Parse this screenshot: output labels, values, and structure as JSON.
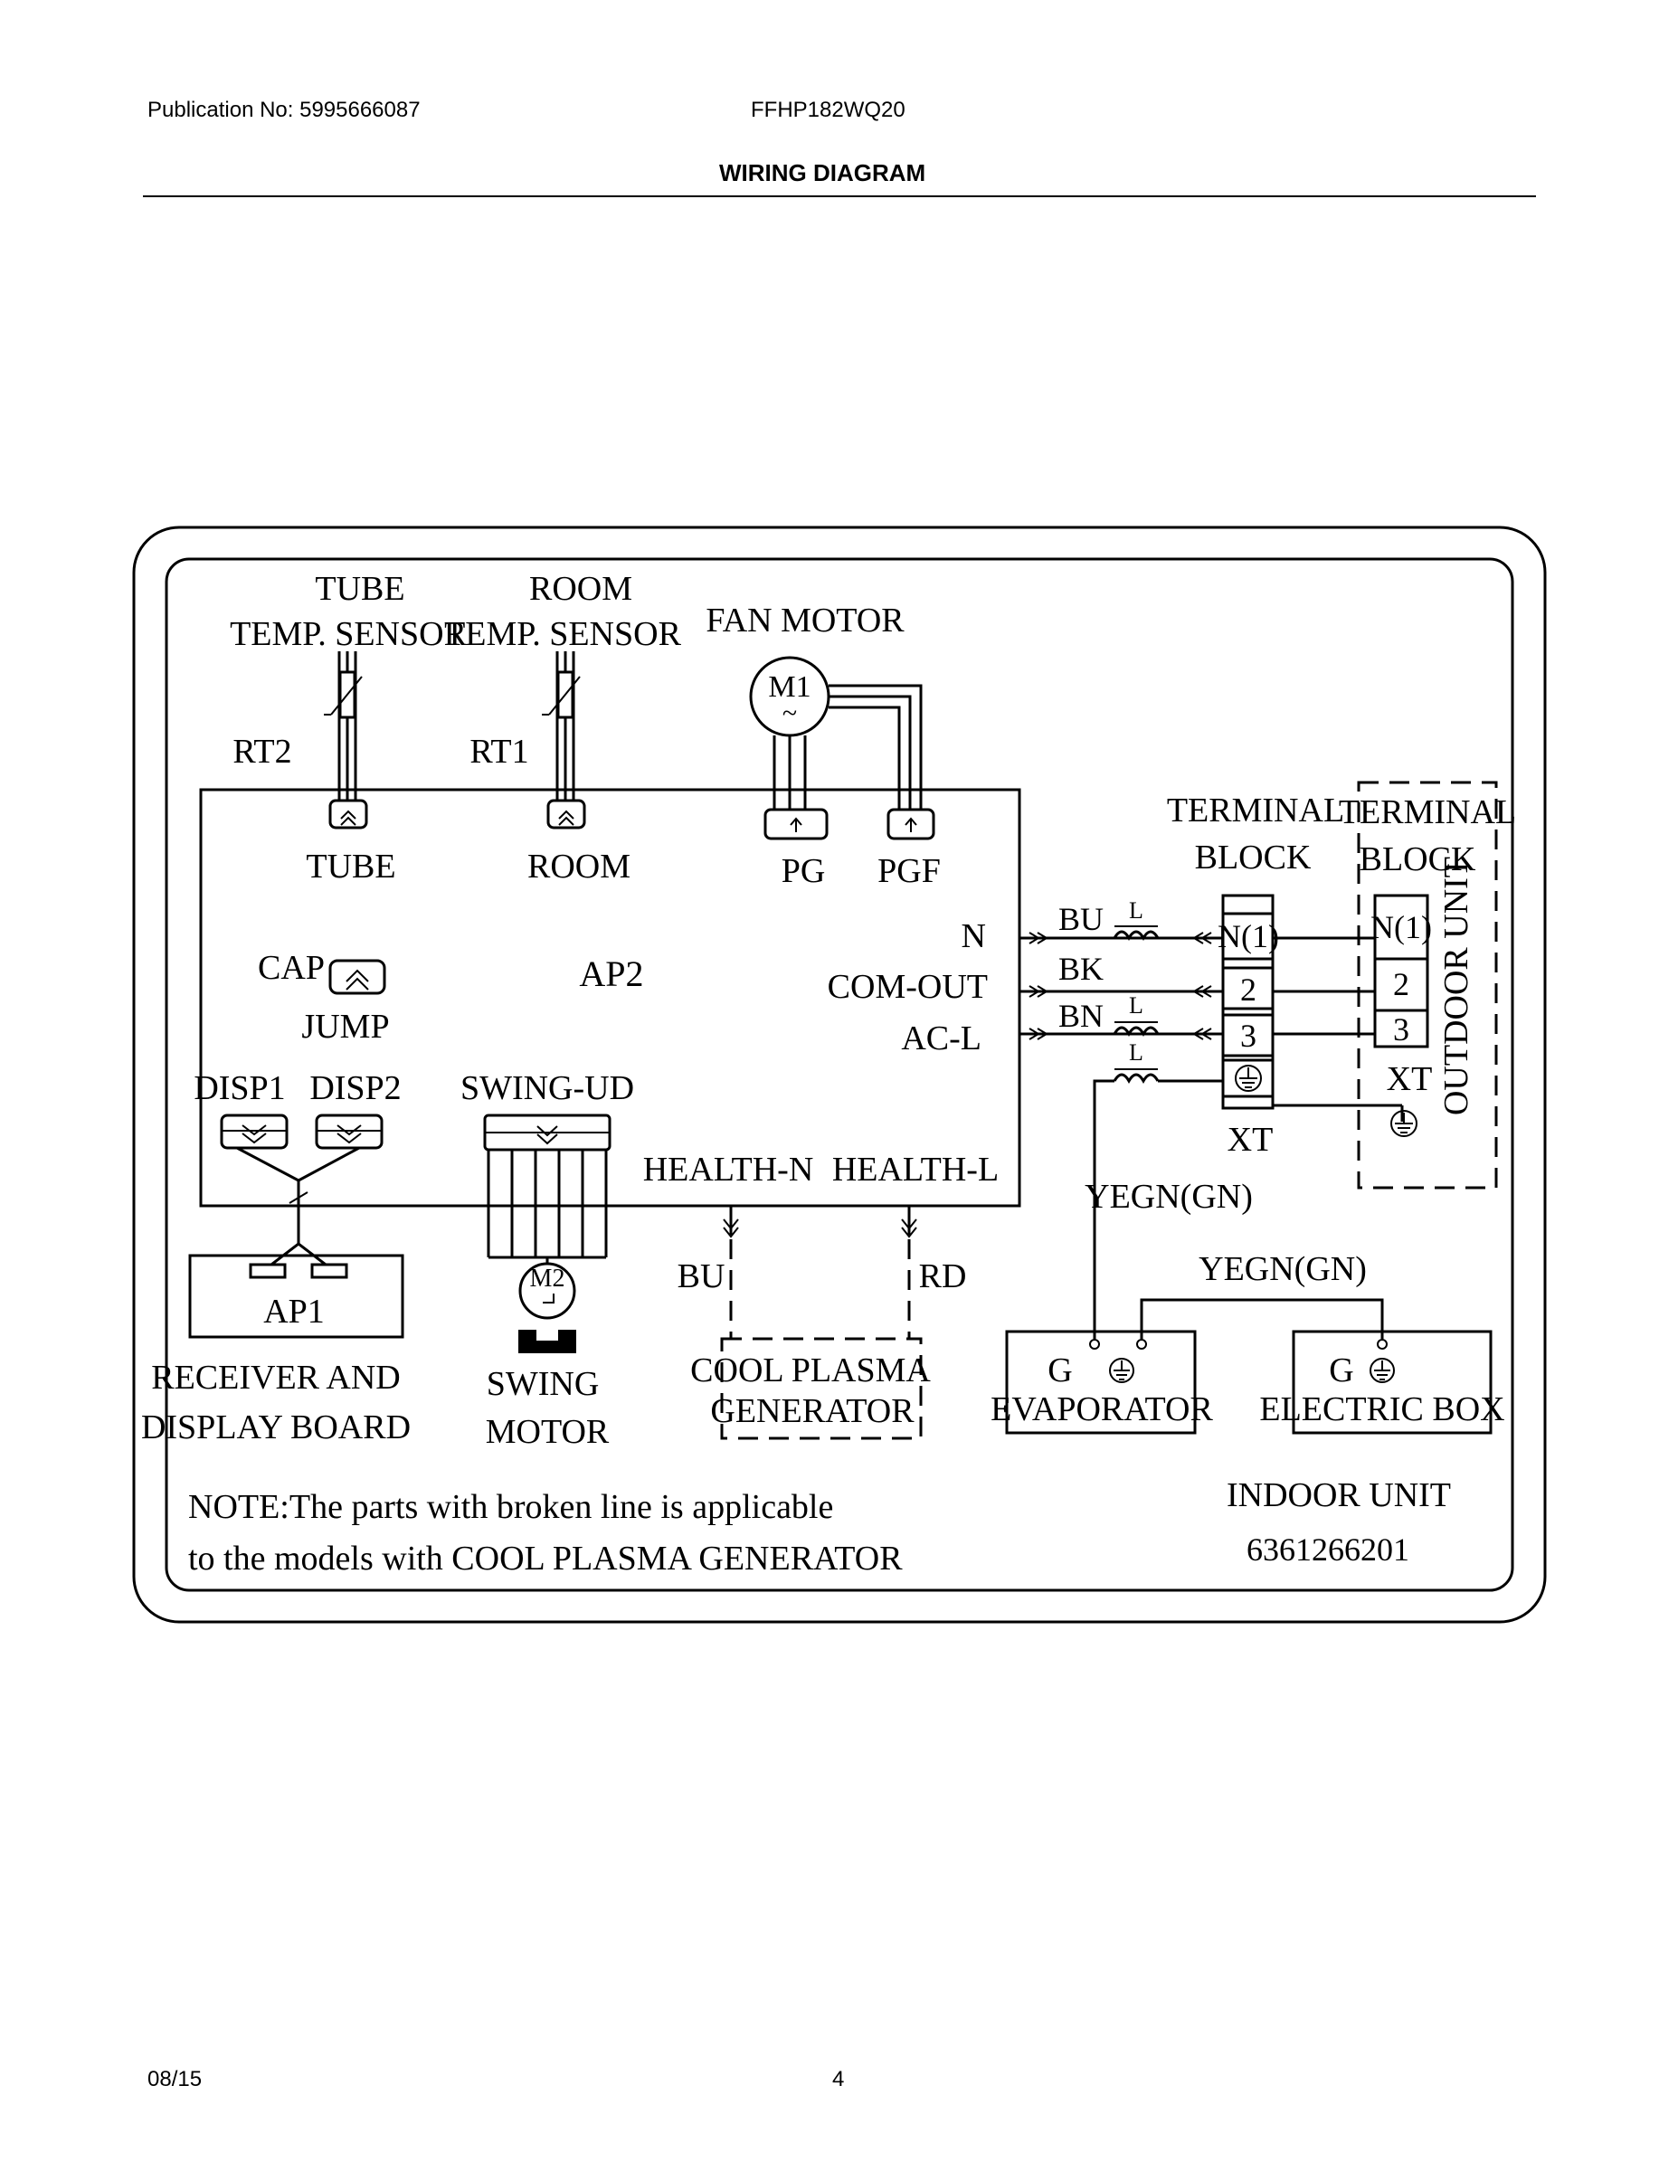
{
  "header": {
    "publication": "Publication No: 5995666087",
    "model": "FFHP182WQ20",
    "title": "WIRING DIAGRAM"
  },
  "footer": {
    "date": "08/15",
    "page": "4"
  },
  "diagram": {
    "tube_sensor": {
      "line1": "TUBE",
      "line2": "TEMP. SENSOR",
      "ref": "RT2",
      "connector": "TUBE"
    },
    "room_sensor": {
      "line1": "ROOM",
      "line2": "TEMP. SENSOR",
      "ref": "RT1",
      "connector": "ROOM"
    },
    "fan_motor": {
      "label": "FAN  MOTOR",
      "ref": "M1",
      "symbol": "~",
      "connector_pg": "PG",
      "connector_pgf": "PGF"
    },
    "board": {
      "ref": "AP2",
      "cap": "CAP",
      "jump": "JUMP",
      "disp1": "DISP1",
      "disp2": "DISP2",
      "swing_ud": "SWING-UD",
      "health_n": "HEALTH-N",
      "health_l": "HEALTH-L",
      "n": "N",
      "com_out": "COM-OUT",
      "ac_l": "AC-L"
    },
    "wires": {
      "bu": "BU",
      "bk": "BK",
      "bn": "BN",
      "l": "L",
      "rd": "RD",
      "yegn1": "YEGN(GN)",
      "yegn2": "YEGN(GN)"
    },
    "terminal_block_indoor": {
      "line1": "TERMINAL",
      "line2": "BLOCK",
      "t1": "N(1)",
      "t2": "2",
      "t3": "3",
      "ref": "XT"
    },
    "terminal_block_outdoor": {
      "line1": "TERMINAL",
      "line2": "BLOCK",
      "t1": "N(1)",
      "t2": "2",
      "t3": "3",
      "ref": "XT",
      "unit": "OUTDOOR UNIT"
    },
    "display_board": {
      "ref": "AP1",
      "line1": "RECEIVER AND",
      "line2": "DISPLAY BOARD"
    },
    "swing_motor": {
      "ref": "M2",
      "line1": "SWING",
      "line2": "MOTOR"
    },
    "plasma": {
      "line1": "COOL PLASMA",
      "line2": "GENERATOR"
    },
    "evaporator": {
      "g": "G",
      "label": "EVAPORATOR"
    },
    "electric_box": {
      "g": "G",
      "label": "ELECTRIC BOX"
    },
    "note": {
      "line1": "NOTE:The parts with broken line is applicable",
      "line2": "to the models with COOL PLASMA  GENERATOR"
    },
    "indoor_unit": "INDOOR UNIT",
    "part_number": "6361266201"
  }
}
